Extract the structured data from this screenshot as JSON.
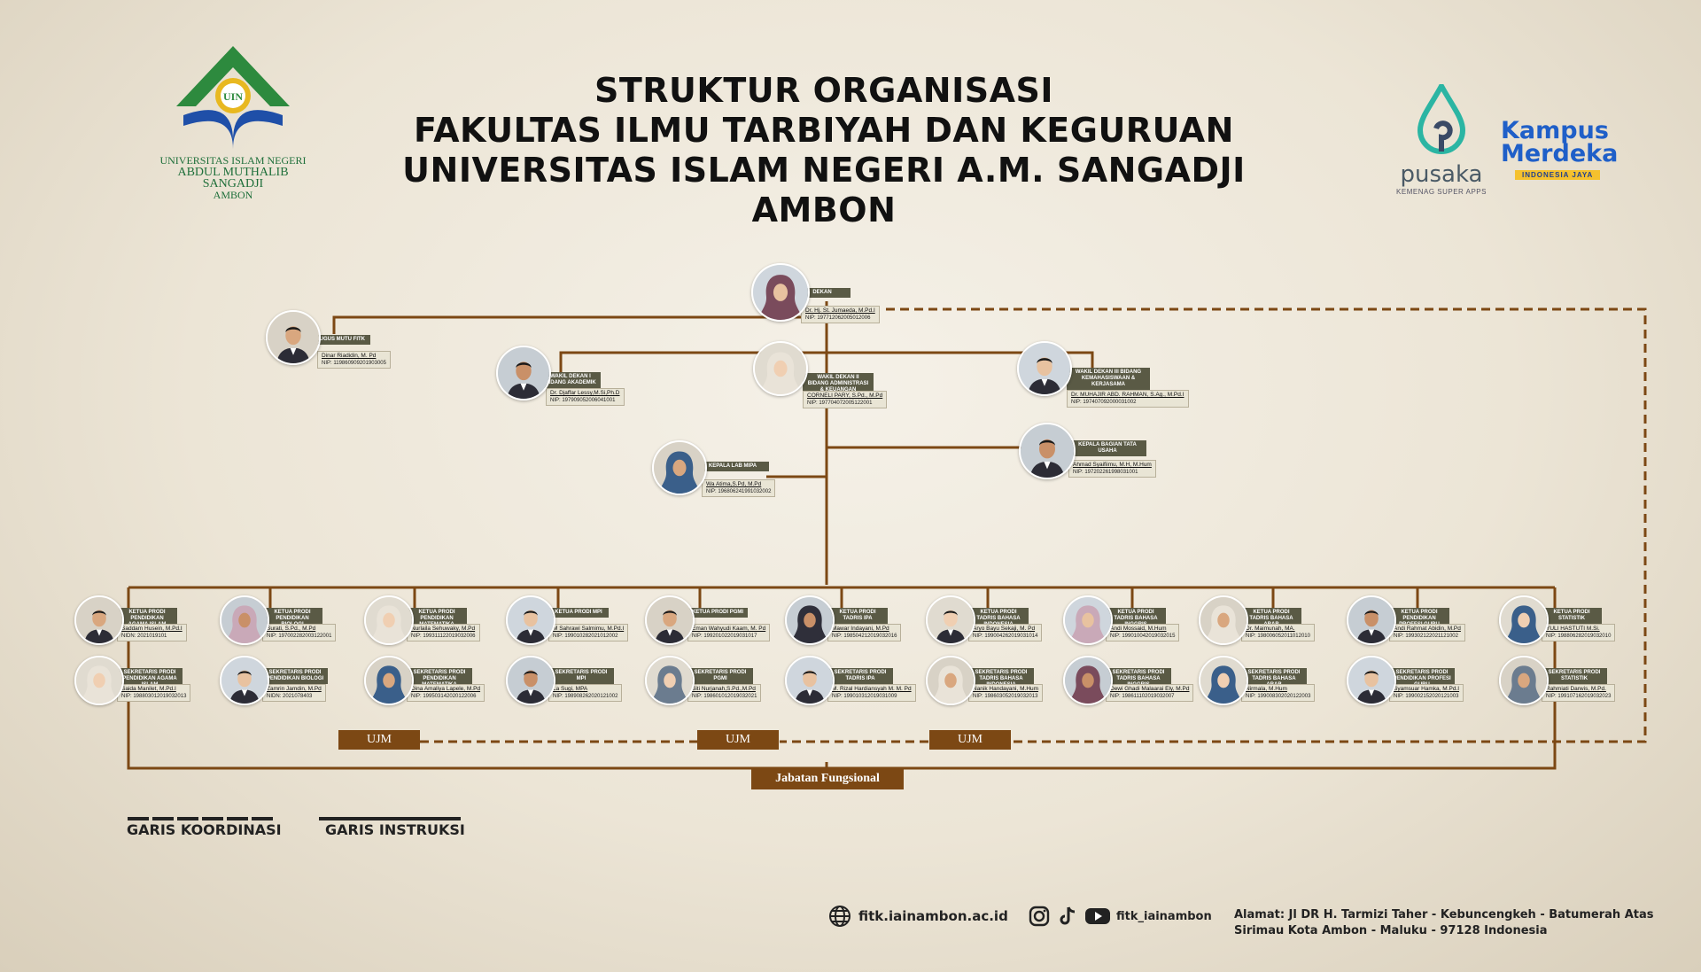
{
  "title": {
    "line1": "STRUKTUR ORGANISASI",
    "line2": "FAKULTAS ILMU TARBIYAH DAN KEGURUAN",
    "line3": "UNIVERSITAS ISLAM NEGERI A.M. SANGADJI AMBON"
  },
  "logo_uin": {
    "badge": "UIN",
    "line1": "UNIVERSITAS ISLAM NEGERI",
    "line2": "ABDUL MUTHALIB SANGADJI",
    "line3": "AMBON"
  },
  "logo_pusaka": {
    "name": "pusaka",
    "sub": "KEMENAG SUPER APPS"
  },
  "logo_kampus": {
    "line1": "Kampus",
    "line2": "Merdeka",
    "tag": "INDONESIA JAYA"
  },
  "colors": {
    "line": "#7c4814",
    "tag": "#5a5a45",
    "name_bg": "#e9e5d5"
  },
  "people": {
    "dekan": {
      "role": "DEKAN",
      "name": "Dr. Hj. St. Jumaeda, M.Pd.I",
      "nip": "NIP: 197712062005012006"
    },
    "gugus": {
      "role": "GUGUS MUTU FITK",
      "name": "Dinar Riadidin, M. Pd",
      "nip": "NIP: 119860909201903005"
    },
    "wd1": {
      "role": "WAKIL DEKAN I BIDANG AKADEMIK",
      "name": "Dr. Djaffar Lessy,M.Si,Ph.D",
      "nip": "NIP: 197909052006041001"
    },
    "wd2": {
      "role": "WAKIL DEKAN II BIDANG ADMINISTRASI & KEUANGAN",
      "name": "CORNELI PARY, S.Pd., M.Pd",
      "nip": "NIP: 197704072005122001"
    },
    "wd3": {
      "role": "WAKIL DEKAN III BIDANG KEMAHASISWAAN & KERJASAMA",
      "name": "Dr. MUHAJIR ABD. RAHMAN, S.Ag., M.Pd.I",
      "nip": "NIP: 197407092000031002"
    },
    "lab": {
      "role": "KEPALA LAB MIPA",
      "name": "Wa Atima,S.Pd, M.Pd",
      "nip": "NIP: 196806241991032002"
    },
    "tu": {
      "role": "KEPALA BAGIAN TATA USAHA",
      "name": "Ahmad Syaifiimu, M.H, M.Hum",
      "nip": "NIP: 197202261998031001"
    }
  },
  "prodi": [
    {
      "ketua_role": "KETUA PRODI PENDIDIKAN AGAMA ISLAM",
      "ketua_name": "Saddam Husein, M.Pd.I",
      "ketua_nip": "NIDN: 2021019101",
      "sek_role": "SEKRETARIS PRODI PENDIDIKAN AGAMA ISLAM",
      "sek_name": "Saida Manilet, M.Pd.I",
      "sek_nip": "NIP: 198803012019032013"
    },
    {
      "ketua_role": "KETUA PRODI PENDIDIKAN BIOLOGI",
      "ketua_name": "Surati, S.Pd., M.Pd",
      "ketua_nip": "NIP: 197002282003122001",
      "sek_role": "SEKRETARIS PRODI PENDIDIKAN BIOLOGI",
      "sek_name": "Zamrin Jamdin, M.Pd",
      "sek_nip": "NIDN: 2021078403"
    },
    {
      "ketua_role": "KETUA PRODI PENDIDIKAN MATEMATIKA",
      "ketua_name": "Nurlaila Sehuwaky, M.Pd",
      "ketua_nip": "NIP: 199311122019032006",
      "sek_role": "SEKRETARIS PRODI PENDIDIKAN MATEMATIKA",
      "sek_name": "Dina Amaliya Lapele, M.Pd",
      "sek_nip": "NIP: 199503142020122006"
    },
    {
      "ketua_role": "KETUA PRODI MPI",
      "ketua_name": "M Sahrawi Salmimu, M.Pd.I",
      "ketua_nip": "NIP: 199010282021012002",
      "sek_role": "SEKRETARIS PRODI MPI",
      "sek_name": "La Sugi, MPA",
      "sek_nip": "NIP: 198908262020121002"
    },
    {
      "ketua_role": "KETUA PRODI PGMI",
      "ketua_name": "Eman Wahyudi Kaam, M. Pd",
      "ketua_nip": "NIP: 199201022019031017",
      "sek_role": "SEKRETARIS PRODI PGMI",
      "sek_name": "Siti Nurjanah,S.Pd.,M.Pd",
      "sek_nip": "NIP: 198601012019032021"
    },
    {
      "ketua_role": "KETUA PRODI TADRIS IPA",
      "ketua_name": "Mawar Indayani, M.Pd",
      "ketua_nip": "NIP: 198504212019032016",
      "sek_role": "SEKRETARIS PRODI TADRIS IPA",
      "sek_name": "M. Rizal Hardiansyah M. M. Pd",
      "sek_nip": "NIP: 199010312019031009"
    },
    {
      "ketua_role": "KETUA PRODI TADRIS BAHASA INDONESIA",
      "ketua_name": "Aryo Bayu Sekaji, M. Pd",
      "ketua_nip": "NIP: 199004262019031014",
      "sek_role": "SEKRETARIS PRODI TADRIS BAHASA INDONESIA",
      "sek_name": "Nanik Handayani, M.Hum",
      "sek_nip": "NIP: 198603052019032013"
    },
    {
      "ketua_role": "KETUA PRODI TADRIS BAHASA INGGRIS",
      "ketua_name": "Andi Mossaid, M.Hum",
      "ketua_nip": "NIP: 199010042019032015",
      "sek_role": "SEKRETARIS PRODI TADRIS BAHASA INGGRIS",
      "sek_name": "Dewi Ghadi Malaarai Ely, M.Pd",
      "sek_nip": "NIP: 198611102019032007"
    },
    {
      "ketua_role": "KETUA PRODI TADRIS BAHASA ARAB",
      "ketua_name": "Dr. Maimunah, MA.",
      "ketua_nip": "NIP: 198006052011012010",
      "sek_role": "SEKRETARIS PRODI TADRIS BAHASA ARAB",
      "sek_name": "Nirmala, M.Hum",
      "sek_nip": "NIP: 199008302020122003"
    },
    {
      "ketua_role": "KETUA PRODI PENDIDIKAN PROFESI GURU",
      "ketua_name": "Andi Rahmat Abidin, M.Pd",
      "ketua_nip": "NIP: 199302122021121002",
      "sek_role": "SEKRETARIS PRODI PENDIDIKAN PROFESI GURU",
      "sek_name": "Syamsuar Hamka, M.Pd.I",
      "sek_nip": "NIP: 199002152020121003"
    },
    {
      "ketua_role": "KETUA PRODI STATISTIK",
      "ketua_name": "YULI HASTUTI M.Si.",
      "ketua_nip": "NIP: 198806282019032010",
      "sek_role": "SEKRETARIS PRODI STATISTIK",
      "sek_name": "Rahmiati Darwis, M.Pd.",
      "sek_nip": "NIP: 199107162019032023"
    }
  ],
  "ujm": [
    "UJM",
    "UJM",
    "UJM"
  ],
  "jabatan": "Jabatan Fungsional",
  "legend": {
    "koordinasi": "GARIS KOORDINASI",
    "instruksi": "GARIS INSTRUKSI"
  },
  "footer": {
    "website": "fitk.iainambon.ac.id",
    "social": "fitk_iainambon",
    "address1": "Alamat: Jl DR H. Tarmizi Taher - Kebuncengkeh - Batumerah Atas",
    "address2": "Sirimau Kota Ambon - Maluku - 97128 Indonesia",
    "icons": [
      "globe-icon",
      "instagram-icon",
      "tiktok-icon",
      "youtube-icon"
    ]
  }
}
